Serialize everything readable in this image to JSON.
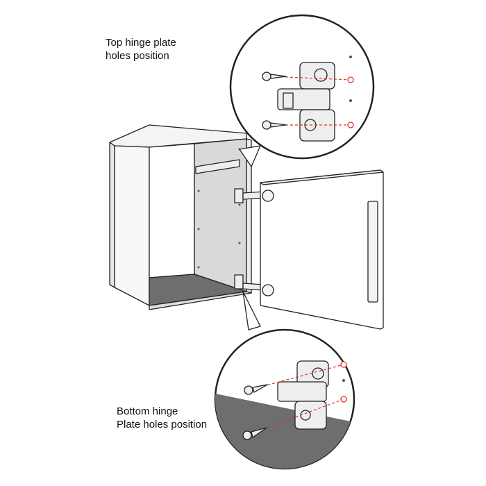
{
  "labels": {
    "top_line1": "Top hinge plate",
    "top_line2": "holes position",
    "bottom_line1": "Bottom hinge",
    "bottom_line2": "Plate holes position"
  },
  "colors": {
    "outline": "#222222",
    "panel": "#f2f2f2",
    "inner_wall": "#d9d9d9",
    "floor": "#6e6e6e",
    "guide_line": "#e0312b"
  }
}
